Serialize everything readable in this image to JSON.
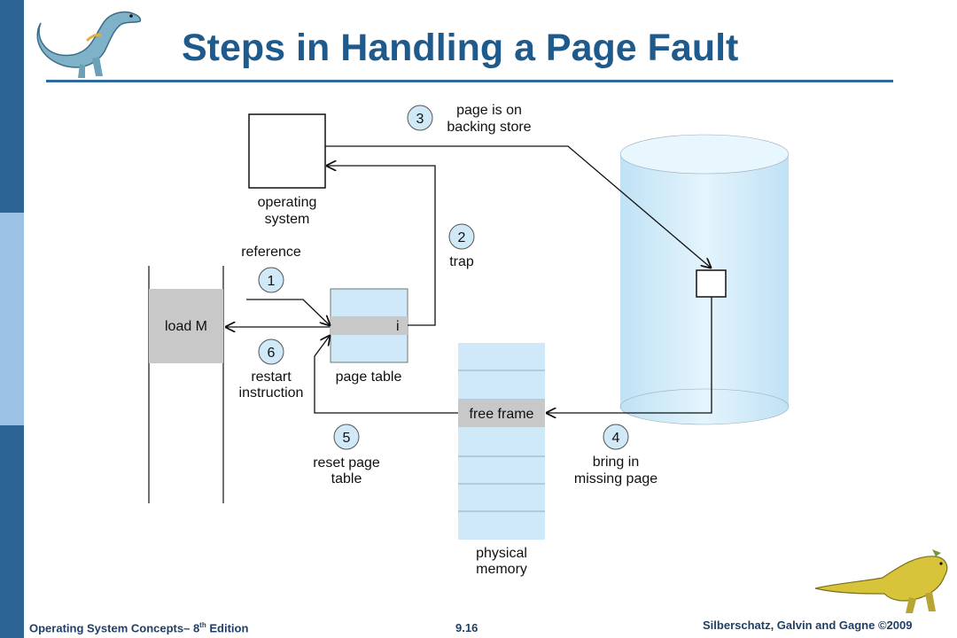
{
  "title": "Steps in Handling a Page Fault",
  "diagram": {
    "os_label_1": "operating",
    "os_label_2": "system",
    "reference": "reference",
    "load_m": "load M",
    "page_table_entry": "i",
    "page_table_label": "page table",
    "trap": "trap",
    "step3_line1": "page is on",
    "step3_line2": "backing store",
    "restart_1": "restart",
    "restart_2": "instruction",
    "reset_1": "reset page",
    "reset_2": "table",
    "bring_1": "bring in",
    "bring_2": "missing page",
    "free_frame": "free frame",
    "physical_1": "physical",
    "physical_2": "memory",
    "steps": [
      "1",
      "2",
      "3",
      "4",
      "5",
      "6"
    ]
  },
  "footer": {
    "book_prefix": "Operating System Concepts– 8",
    "book_sup": "th",
    "book_suffix": " Edition",
    "page": "9.16",
    "copyright": "Silberschatz, Galvin and Gagne ©2009"
  },
  "colors": {
    "title": "#1f5a8c",
    "sidebar_dark": "#2c6496",
    "sidebar_light": "#9cc3e6",
    "light_blue": "#cfe9f8",
    "gray": "#c8c8c8"
  }
}
